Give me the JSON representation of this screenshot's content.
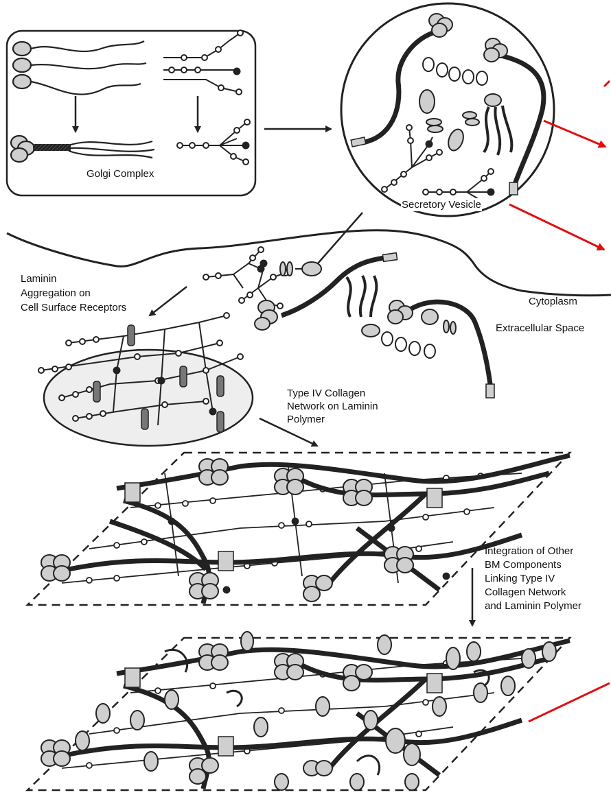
{
  "labels": {
    "golgi": "Golgi Complex",
    "vesicle": "Secretory Vesicle",
    "laminin_aggregation": "Laminin\nAggregation on\nCell Surface Receptors",
    "cytoplasm": "Cytoplasm",
    "extracellular": "Extracellular Space",
    "collagen_network": "Type IV Collagen\nNetwork on Laminin\nPolymer",
    "integration": "Integration of Other\nBM Components\nLinking Type IV\nCollagen Network\nand Laminin Polymer"
  },
  "colors": {
    "ink": "#222222",
    "fill_grey": "#cfcfcf",
    "membrane_fill": "#eeeeee",
    "annotation_red": "#e01010"
  }
}
